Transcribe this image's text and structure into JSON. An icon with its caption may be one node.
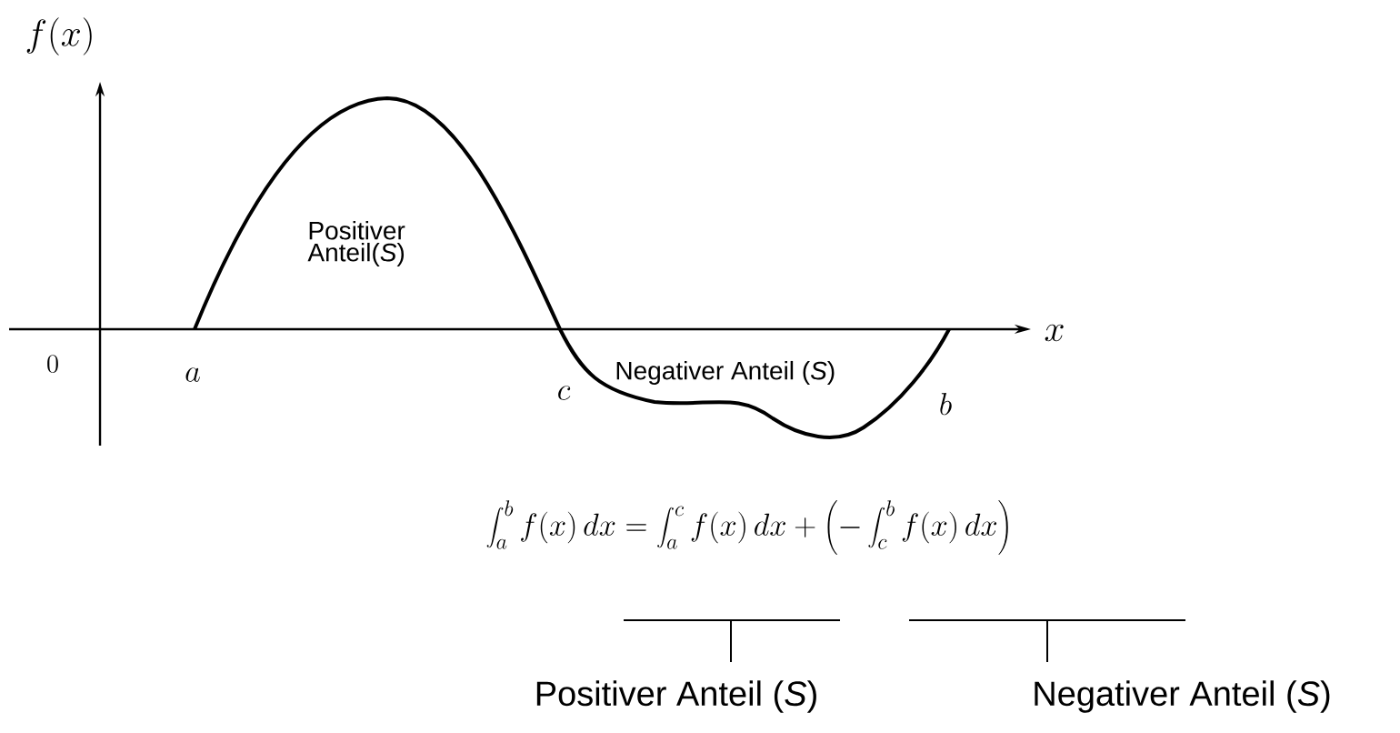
{
  "diagram": {
    "labels": [
      "f(x)",
      "Positiver Anteil(*S*)",
      "x",
      "0",
      "a",
      "c",
      "Negativer Anteil (*S*)",
      "b",
      "\\int_a^b f(x)\\,dx = \\int_a^c f(x)\\,dx + \\left(-\\int_c^b f(x)\\,dx\\right)",
      "Positiver Anteil (*S*)",
      "Negativer Anteil (*S*)"
    ]
  }
}
